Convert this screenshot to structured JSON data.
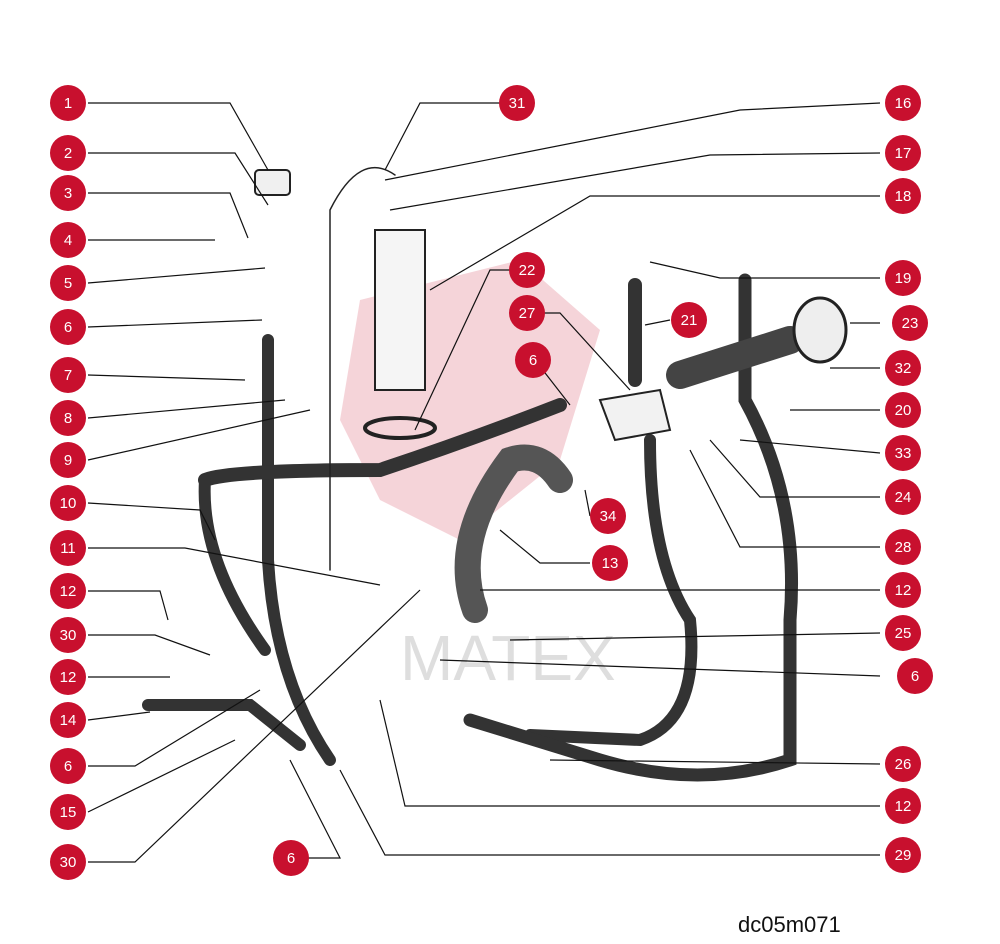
{
  "diagram": {
    "code": "dc05m071",
    "watermark": "MATEX",
    "accent": "#c8102e",
    "callouts_left": [
      "1",
      "2",
      "3",
      "4",
      "5",
      "6",
      "7",
      "8",
      "9",
      "10",
      "11",
      "12",
      "30",
      "12",
      "14",
      "6",
      "15",
      "30"
    ],
    "callouts_right": [
      "31",
      "16",
      "17",
      "18",
      "19",
      "23",
      "32",
      "20",
      "33",
      "24",
      "28",
      "12",
      "25",
      "6",
      "26",
      "12",
      "29"
    ],
    "callouts_inner": [
      "22",
      "27",
      "21",
      "6",
      "34",
      "13",
      "6"
    ]
  }
}
